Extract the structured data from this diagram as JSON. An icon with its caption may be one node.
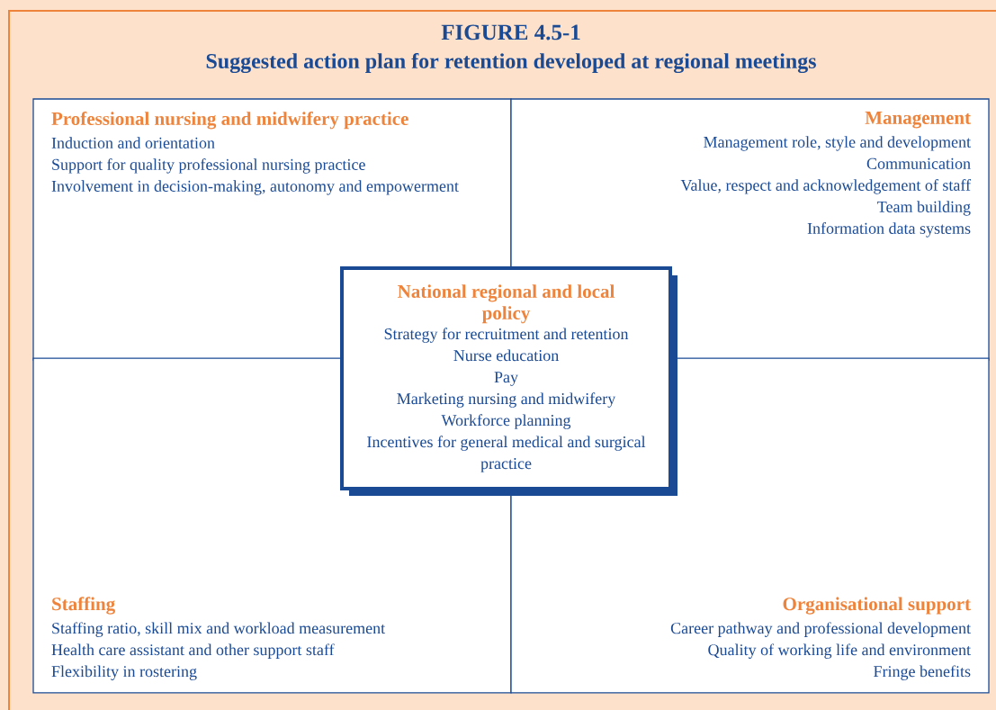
{
  "diagram": {
    "title": "FIGURE 4.5-1",
    "nodes": [
      {
        "text": [
          "Professional nursing and midwifery practice",
          "Induction and orientation",
          "Support for quality professional nursing practice",
          "Involvement in decision-making, autonomy and empowerment"
        ]
      },
      {
        "text": [
          "Management",
          "Management role, style and development",
          "Communication",
          "Value, respect and acknowledgement of staff",
          "Team building",
          "Information data systems"
        ]
      },
      {
        "text": [
          "Staffing",
          "Staffing ratio, skill mix and workload measurement",
          "Health care assistant and other support staff",
          "Flexibility in rostering"
        ]
      },
      {
        "text": [
          "Organisational support",
          "Career pathway and professional development",
          "Quality of working life and environment",
          "Fringe benefits"
        ]
      },
      {
        "text": [
          "National regional and local policy",
          "Strategy for recruitment and retention",
          "Nurse education",
          "Pay",
          "Marketing nursing and midwifery",
          "Workforce planning",
          "Incentives for general medical and surgical practice"
        ]
      }
    ],
    "labels": [
      "Suggested action plan for retention developed at regional meetings"
    ]
  }
}
